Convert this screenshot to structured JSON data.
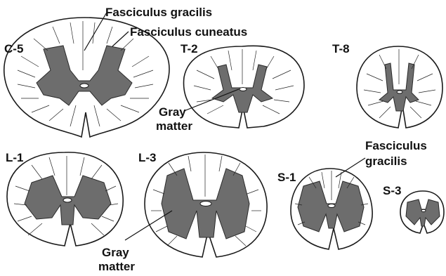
{
  "segments": [
    {
      "id": "c5",
      "label": "C-5"
    },
    {
      "id": "t2",
      "label": "T-2"
    },
    {
      "id": "t8",
      "label": "T-8"
    },
    {
      "id": "l1",
      "label": "L-1"
    },
    {
      "id": "l3",
      "label": "L-3"
    },
    {
      "id": "s1",
      "label": "S-1"
    },
    {
      "id": "s3",
      "label": "S-3"
    }
  ],
  "annotations": {
    "fasciculus_gracilis_top": "Fasciculus gracilis",
    "fasciculus_cuneatus": "Fasciculus cuneatus",
    "gray_matter_top_line1": "Gray",
    "gray_matter_top_line2": "matter",
    "fasciculus_gracilis_s1_line1": "Fasciculus",
    "fasciculus_gracilis_s1_line2": "gracilis",
    "gray_matter_bottom_line1": "Gray",
    "gray_matter_bottom_line2": "matter"
  },
  "colors": {
    "gray_matter": "#6d6d6d",
    "white_matter": "#ffffff",
    "outline": "#1a1a1a"
  }
}
